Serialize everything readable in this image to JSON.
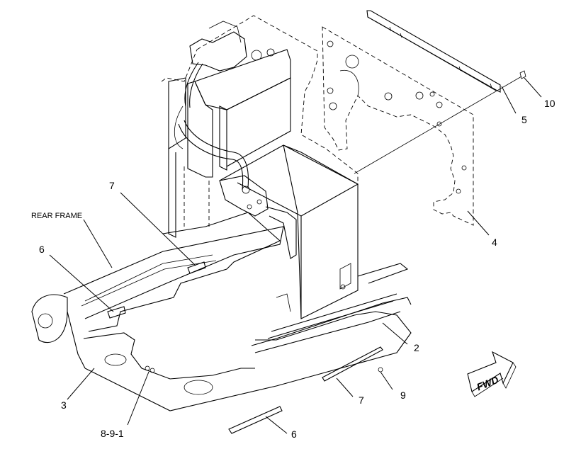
{
  "diagram": {
    "callouts": {
      "c10": "10",
      "c5": "5",
      "c4": "4",
      "c2": "2",
      "c9": "9",
      "c7a": "7",
      "c7b": "7",
      "c6a": "6",
      "c6b": "6",
      "c3": "3",
      "c891": "8-9-1"
    },
    "rear_frame_label": "REAR FRAME",
    "fwd_label": "FWD"
  }
}
